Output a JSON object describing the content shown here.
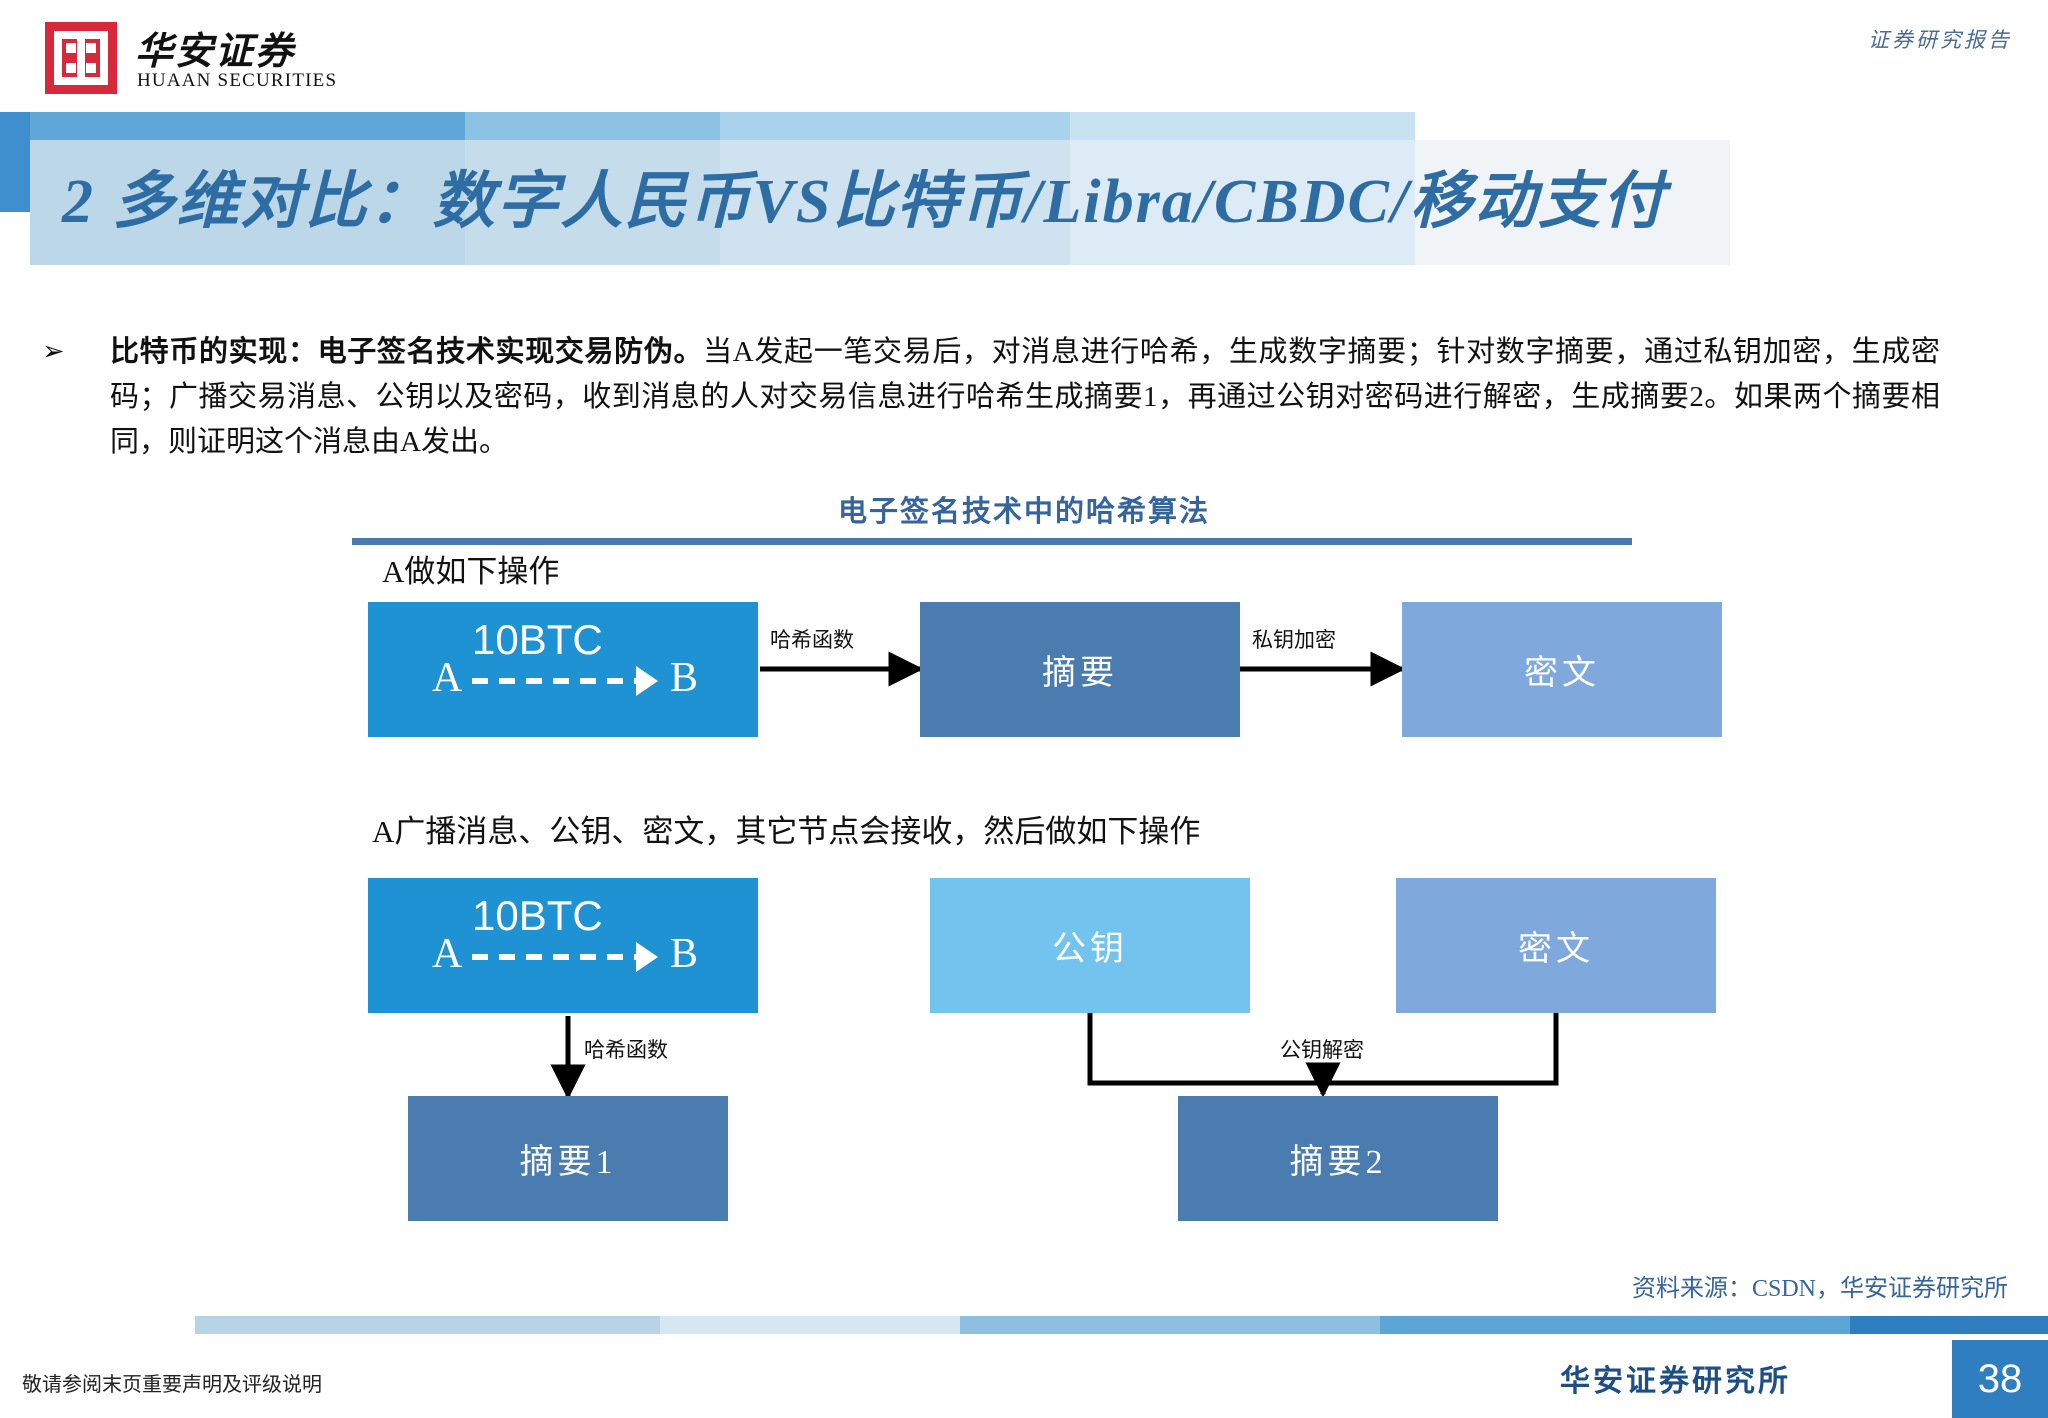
{
  "header": {
    "logo_cn": "华安证券",
    "logo_en": "HUAAN SECURITIES",
    "report_tag": "证券研究报告"
  },
  "banner": {
    "title": "2 多维对比：数字人民币VS比特币/Libra/CBDC/移动支付"
  },
  "body": {
    "bullet_marker": "➢",
    "lead": "比特币的实现：电子签名技术实现交易防伪。",
    "text": "当A发起一笔交易后，对消息进行哈希，生成数字摘要；针对数字摘要，通过私钥加密，生成密码；广播交易消息、公钥以及密码，收到消息的人对交易信息进行哈希生成摘要1，再通过公钥对密码进行解密，生成摘要2。如果两个摘要相同，则证明这个消息由A发出。"
  },
  "chart": {
    "title": "电子签名技术中的哈希算法",
    "row1_caption": "A做如下操作",
    "row2_caption": "A广播消息、公钥、密文，其它节点会接收，然后做如下操作",
    "tx": {
      "from": "A",
      "to": "B",
      "amount": "10BTC"
    },
    "nodes": {
      "digest": "摘要",
      "cipher1": "密文",
      "pubkey": "公钥",
      "cipher2": "密文",
      "digest1": "摘要1",
      "digest2": "摘要2"
    },
    "edges": {
      "hash_fn_1": "哈希函数",
      "privkey_encrypt": "私钥加密",
      "hash_fn_2": "哈希函数",
      "pubkey_decrypt": "公钥解密"
    },
    "colors": {
      "tx_box": "#1e92d2",
      "digest_box": "#4a7cb0",
      "cipher_box": "#7fa9dd",
      "pubkey_box": "#73c3ef",
      "accent": "#35659c"
    }
  },
  "footer": {
    "source": "资料来源：CSDN，华安证券研究所",
    "disclaimer": "敬请参阅末页重要声明及评级说明",
    "institute": "华安证券研究所",
    "page": "38"
  }
}
